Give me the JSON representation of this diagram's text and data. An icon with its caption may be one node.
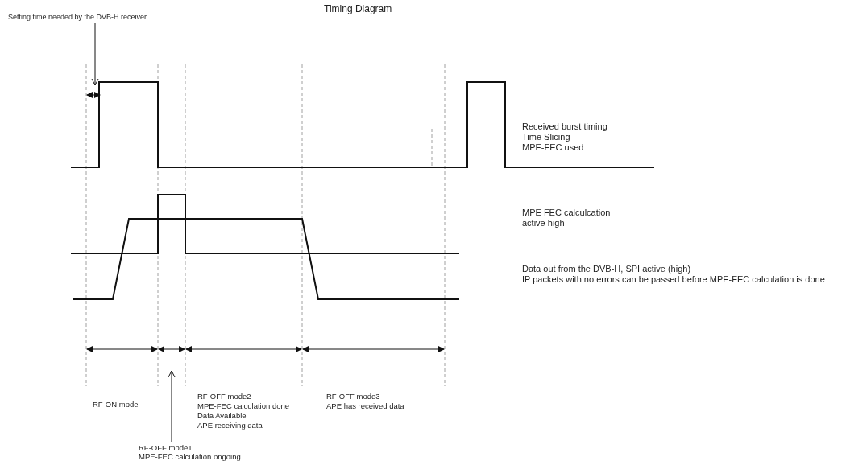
{
  "diagram": {
    "title": "Timing Diagram",
    "nodes": [
      {
        "text": [
          "Setting time needed by the DVB-H receiver"
        ]
      },
      {
        "text": [
          "RF-OFF mode1",
          "MPE-FEC calculation ongoing"
        ]
      }
    ],
    "edges": [
      {
        "from": 0,
        "to": null,
        "arrow": "to"
      },
      {
        "from": 1,
        "to": null,
        "arrow": "to"
      }
    ],
    "labels": [
      "Received burst timing",
      "Time Slicing",
      "MPE-FEC used",
      "MPE FEC calculcation",
      "active high",
      "Data out from the DVB-H, SPI active (high)",
      "IP packets with no errors can be passed before MPE-FEC calculation is done",
      "RF-ON mode",
      "RF-OFF mode2",
      "MPE-FEC calculation done",
      "Data Available",
      "APE receiving data",
      "RF-OFF mode3",
      "APE has received data"
    ]
  }
}
